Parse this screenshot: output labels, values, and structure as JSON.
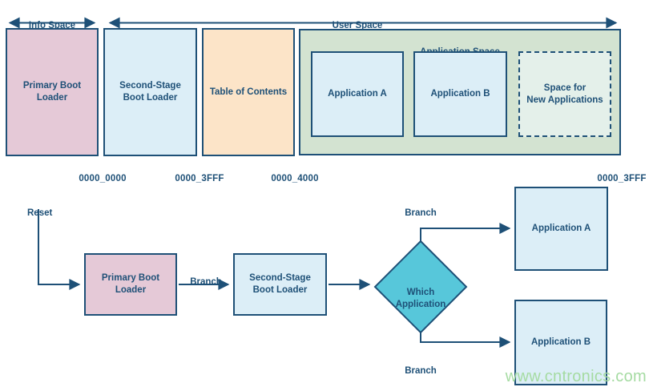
{
  "colors": {
    "navy": "#1E5077",
    "pink": "#E5C9D7",
    "blue": "#DCEEF7",
    "peach": "#FCE4C8",
    "green": "#D3E3D1",
    "greenlight": "#E4F0EA",
    "teal": "#57C7DA",
    "wm": "#A5DBA2"
  },
  "memory_map": {
    "info_space_label": "Info Space",
    "user_space_label": "User Space",
    "blocks": {
      "primary_boot_loader": "Primary Boot\nLoader",
      "second_stage_boot_loader": "Second-Stage\nBoot Loader",
      "table_of_contents": "Table of Contents"
    },
    "application_space": {
      "label": "Application Space",
      "application_a": "Application A",
      "application_b": "Application B",
      "space_for_new_applications": "Space for\nNew Applications"
    },
    "addresses": [
      "0000_0000",
      "0000_3FFF",
      "0000_4000",
      "0000_3FFF"
    ]
  },
  "flowchart": {
    "reset_label": "Reset",
    "primary_boot_loader": "Primary Boot\nLoader",
    "second_stage_boot_loader": "Second-Stage\nBoot Loader",
    "decision": "Which\nApplication",
    "application_a": "Application A",
    "application_b": "Application B",
    "branch_labels": [
      "Branch",
      "Branch",
      "Branch"
    ]
  },
  "watermark": "www.cntronics.com"
}
